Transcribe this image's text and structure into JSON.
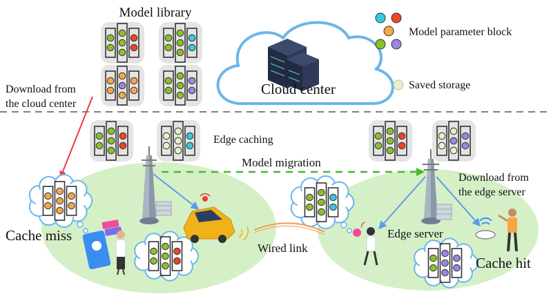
{
  "labels": {
    "model_library": "Model library",
    "cloud_center": "Cloud center",
    "model_parameter_block": "Model parameter block",
    "saved_storage": "Saved storage",
    "download_cloud_line1": "Download from",
    "download_cloud_line2": "the cloud center",
    "edge_caching": "Edge caching",
    "model_migration": "Model migration",
    "download_edge_line1": "Download from",
    "download_edge_line2": "the edge server",
    "cache_miss": "Cache miss",
    "wired_link": "Wired link",
    "edge_server": "Edge server",
    "cache_hit": "Cache hit"
  },
  "colors": {
    "cyan": "#38c9df",
    "red": "#ee4428",
    "orange": "#f6a64a",
    "green": "#8cbf2c",
    "purple": "#9c86e0",
    "saved": "#e6f1c9",
    "cell_area": "#d5f0c7",
    "cloud_stroke": "#6ab6ea",
    "red_arrow": "#ee3b3b",
    "migration": "#3fbb2b",
    "blue_arrow": "#5b9be8"
  }
}
